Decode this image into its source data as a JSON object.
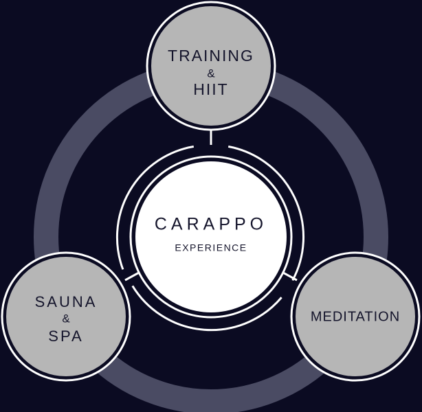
{
  "colors": {
    "background": "#0b0b22",
    "ring": "#4a4b63",
    "node_fill": "#b6b6b6",
    "center_fill": "#ffffff",
    "stroke": "#ffffff",
    "text": "#14142b"
  },
  "center": {
    "brand": "CARAPPO",
    "subtitle": "EXPERIENCE"
  },
  "nodes": {
    "training": {
      "line1": "TRAINING",
      "line2": "&",
      "line3": "HIIT"
    },
    "meditation": {
      "line1": "MEDITATION"
    },
    "sauna": {
      "line1": "SAUNA",
      "line2": "&",
      "line3": "SPA"
    }
  }
}
